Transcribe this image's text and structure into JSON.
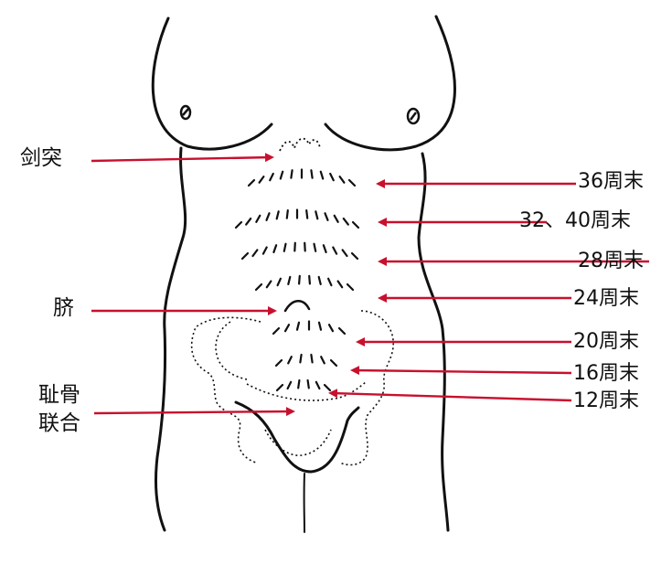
{
  "colors": {
    "outline": "#111111",
    "arrow": "#c8102e",
    "background": "#ffffff"
  },
  "left_labels": {
    "xiphoid": "剑突",
    "umbilicus": "脐",
    "symphysis_line1": "耻骨",
    "symphysis_line2": "联合"
  },
  "right_labels": {
    "week36": "36周末",
    "week32_40": "32、40周末",
    "week28": "28周末",
    "week24": "24周末",
    "week20": "20周末",
    "week16": "16周末",
    "week12": "12周末"
  }
}
